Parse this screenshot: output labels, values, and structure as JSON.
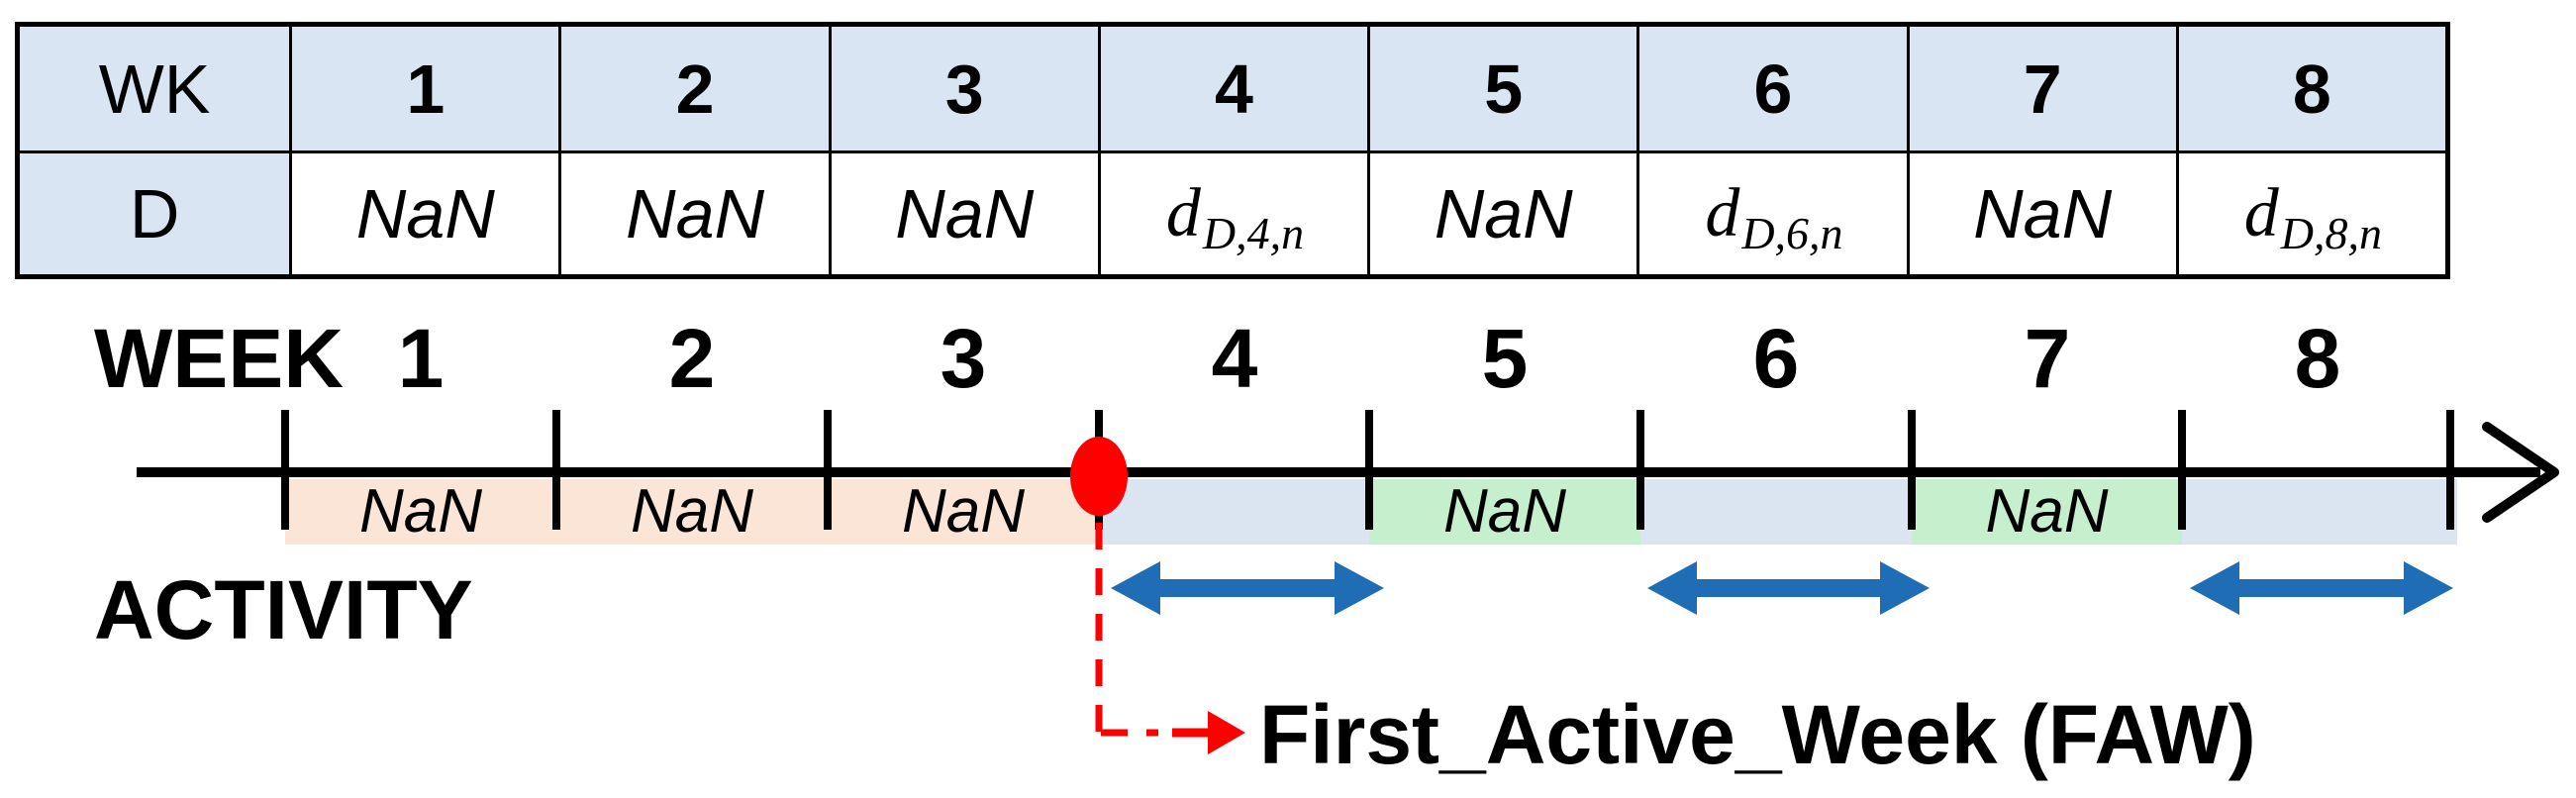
{
  "colors": {
    "table_header_bg": "#dae5f3",
    "band_peach": "#fbe5d6",
    "band_blue": "#dbe5f1",
    "band_green": "#c6efce",
    "arrow_blue": "#1f6eb5",
    "marker_red": "#ff0000",
    "line_black": "#000000"
  },
  "table": {
    "row_labels": [
      "WK",
      "D"
    ],
    "week_columns": [
      "1",
      "2",
      "3",
      "4",
      "5",
      "6",
      "7",
      "8"
    ],
    "d_values": [
      {
        "text": "NaN"
      },
      {
        "text": "NaN"
      },
      {
        "text": "NaN"
      },
      {
        "base": "d",
        "sub": "D,4,n"
      },
      {
        "text": "NaN"
      },
      {
        "base": "d",
        "sub": "D,6,n"
      },
      {
        "text": "NaN"
      },
      {
        "base": "d",
        "sub": "D,8,n"
      }
    ]
  },
  "timeline": {
    "week_axis_label": "WEEK",
    "activity_label": "ACTIVITY",
    "week_numbers": [
      "1",
      "2",
      "3",
      "4",
      "5",
      "6",
      "7",
      "8"
    ],
    "bands": [
      {
        "week": "1",
        "color": "peach",
        "label": "NaN"
      },
      {
        "week": "2",
        "color": "peach",
        "label": "NaN"
      },
      {
        "week": "3",
        "color": "peach",
        "label": "NaN"
      },
      {
        "week": "4",
        "color": "blue",
        "label": ""
      },
      {
        "week": "5",
        "color": "green",
        "label": "NaN"
      },
      {
        "week": "6",
        "color": "blue",
        "label": ""
      },
      {
        "week": "7",
        "color": "green",
        "label": "NaN"
      },
      {
        "week": "8",
        "color": "blue",
        "label": ""
      }
    ],
    "faw_annotation": "First_Active_Week (FAW)"
  }
}
